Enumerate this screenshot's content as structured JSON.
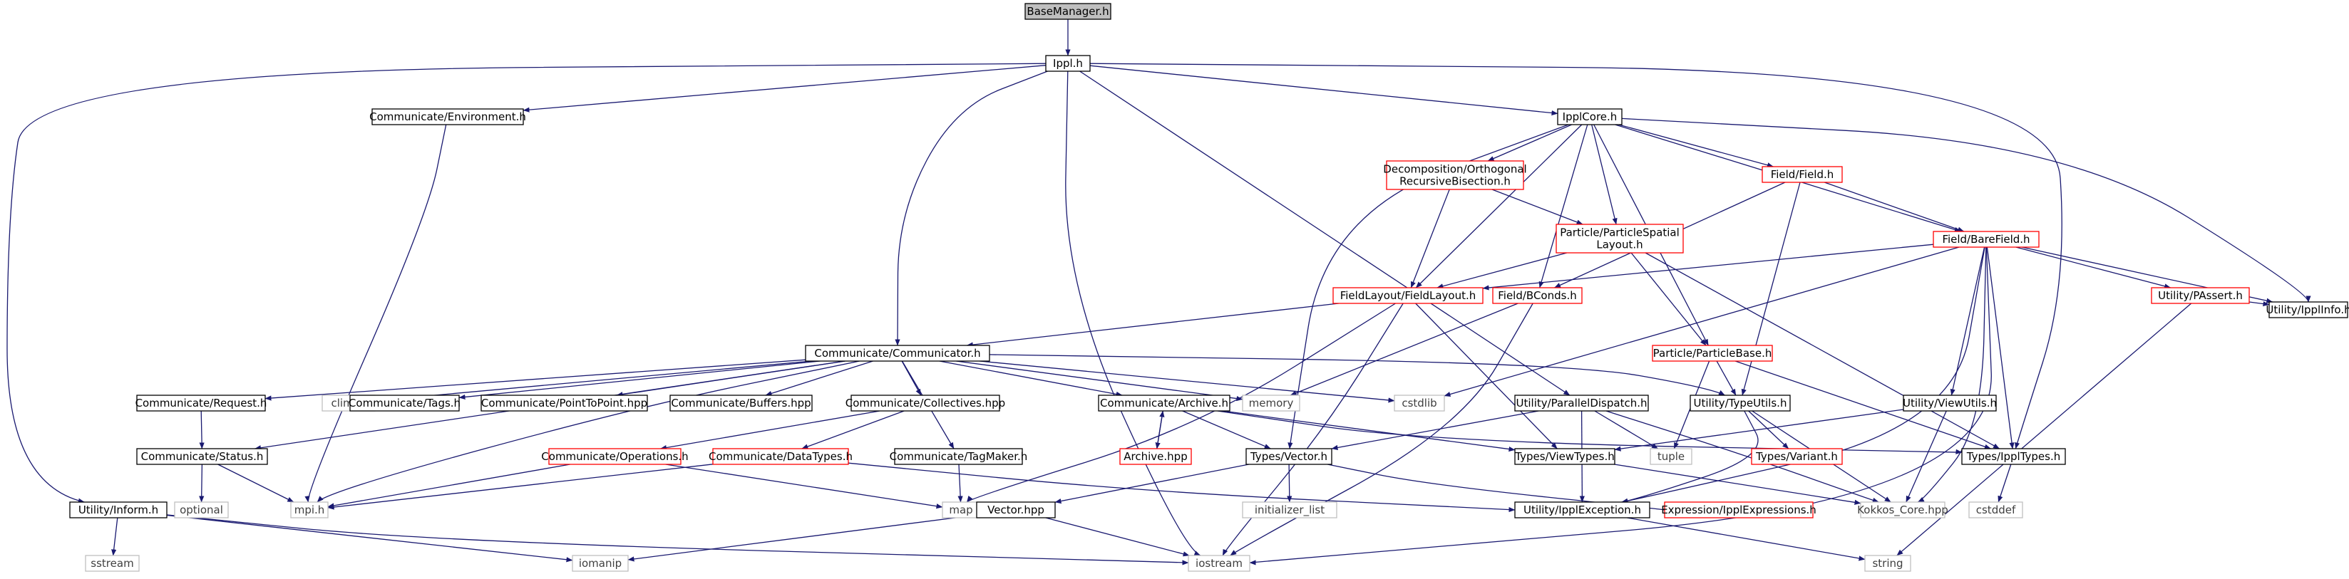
{
  "nodes": [
    {
      "id": "basemanager",
      "lines": [
        "BaseManager.h"
      ],
      "kind": "root"
    },
    {
      "id": "ippl",
      "lines": [
        "Ippl.h"
      ],
      "kind": "normal"
    },
    {
      "id": "env",
      "lines": [
        "Communicate/Environment.h"
      ],
      "kind": "normal"
    },
    {
      "id": "ipplcore",
      "lines": [
        "IpplCore.h"
      ],
      "kind": "normal"
    },
    {
      "id": "decomp",
      "lines": [
        "Decomposition/Orthogonal",
        "RecursiveBisection.h"
      ],
      "kind": "red"
    },
    {
      "id": "fieldh",
      "lines": [
        "Field/Field.h"
      ],
      "kind": "red"
    },
    {
      "id": "pspatial",
      "lines": [
        "Particle/ParticleSpatial",
        "Layout.h"
      ],
      "kind": "red"
    },
    {
      "id": "barefield",
      "lines": [
        "Field/BareField.h"
      ],
      "kind": "red"
    },
    {
      "id": "fieldlayout",
      "lines": [
        "FieldLayout/FieldLayout.h"
      ],
      "kind": "red"
    },
    {
      "id": "bconds",
      "lines": [
        "Field/BConds.h"
      ],
      "kind": "red"
    },
    {
      "id": "passert",
      "lines": [
        "Utility/PAssert.h"
      ],
      "kind": "red"
    },
    {
      "id": "ipplinfo",
      "lines": [
        "Utility/IpplInfo.h"
      ],
      "kind": "normal"
    },
    {
      "id": "comm",
      "lines": [
        "Communicate/Communicator.h"
      ],
      "kind": "normal"
    },
    {
      "id": "pbase",
      "lines": [
        "Particle/ParticleBase.h"
      ],
      "kind": "red"
    },
    {
      "id": "request",
      "lines": [
        "Communicate/Request.h"
      ],
      "kind": "normal"
    },
    {
      "id": "climits",
      "lines": [
        "climits"
      ],
      "kind": "sys"
    },
    {
      "id": "tags",
      "lines": [
        "Communicate/Tags.h"
      ],
      "kind": "normal"
    },
    {
      "id": "p2p",
      "lines": [
        "Communicate/PointToPoint.hpp"
      ],
      "kind": "normal"
    },
    {
      "id": "buffers",
      "lines": [
        "Communicate/Buffers.hpp"
      ],
      "kind": "normal"
    },
    {
      "id": "collectives",
      "lines": [
        "Communicate/Collectives.hpp"
      ],
      "kind": "normal"
    },
    {
      "id": "archive",
      "lines": [
        "Communicate/Archive.h"
      ],
      "kind": "normal"
    },
    {
      "id": "memory",
      "lines": [
        "memory"
      ],
      "kind": "sys"
    },
    {
      "id": "cstdlib",
      "lines": [
        "cstdlib"
      ],
      "kind": "sys"
    },
    {
      "id": "pardispatch",
      "lines": [
        "Utility/ParallelDispatch.h"
      ],
      "kind": "normal"
    },
    {
      "id": "typeutils",
      "lines": [
        "Utility/TypeUtils.h"
      ],
      "kind": "normal"
    },
    {
      "id": "viewutils",
      "lines": [
        "Utility/ViewUtils.h"
      ],
      "kind": "normal"
    },
    {
      "id": "status",
      "lines": [
        "Communicate/Status.h"
      ],
      "kind": "normal"
    },
    {
      "id": "operations",
      "lines": [
        "Communicate/Operations.h"
      ],
      "kind": "red"
    },
    {
      "id": "datatypes",
      "lines": [
        "Communicate/DataTypes.h"
      ],
      "kind": "red"
    },
    {
      "id": "tagmaker",
      "lines": [
        "Communicate/TagMaker.h"
      ],
      "kind": "normal"
    },
    {
      "id": "archivehpp",
      "lines": [
        "Archive.hpp"
      ],
      "kind": "red"
    },
    {
      "id": "vectorh",
      "lines": [
        "Types/Vector.h"
      ],
      "kind": "normal"
    },
    {
      "id": "viewtypes",
      "lines": [
        "Types/ViewTypes.h"
      ],
      "kind": "normal"
    },
    {
      "id": "tuple",
      "lines": [
        "tuple"
      ],
      "kind": "sys"
    },
    {
      "id": "variant",
      "lines": [
        "Types/Variant.h"
      ],
      "kind": "red"
    },
    {
      "id": "iptypes",
      "lines": [
        "Types/IpplTypes.h"
      ],
      "kind": "normal"
    },
    {
      "id": "optional",
      "lines": [
        "optional"
      ],
      "kind": "sys"
    },
    {
      "id": "mpi",
      "lines": [
        "mpi.h"
      ],
      "kind": "sys"
    },
    {
      "id": "map",
      "lines": [
        "map"
      ],
      "kind": "sys"
    },
    {
      "id": "initlist",
      "lines": [
        "initializer_list"
      ],
      "kind": "sys"
    },
    {
      "id": "vectorhpp",
      "lines": [
        "Vector.hpp"
      ],
      "kind": "normal"
    },
    {
      "id": "ipexc",
      "lines": [
        "Utility/IpplException.h"
      ],
      "kind": "normal"
    },
    {
      "id": "exprs",
      "lines": [
        "Expression/IpplExpressions.h"
      ],
      "kind": "red"
    },
    {
      "id": "kokkos",
      "lines": [
        "Kokkos_Core.hpp"
      ],
      "kind": "sys"
    },
    {
      "id": "cstddef",
      "lines": [
        "cstddef"
      ],
      "kind": "sys"
    },
    {
      "id": "inform",
      "lines": [
        "Utility/Inform.h"
      ],
      "kind": "normal"
    },
    {
      "id": "sstream",
      "lines": [
        "sstream"
      ],
      "kind": "sys"
    },
    {
      "id": "iomanip",
      "lines": [
        "iomanip"
      ],
      "kind": "sys"
    },
    {
      "id": "iostream",
      "lines": [
        "iostream"
      ],
      "kind": "sys"
    },
    {
      "id": "string",
      "lines": [
        "string"
      ],
      "kind": "sys"
    }
  ],
  "edges": [
    [
      "basemanager",
      "ippl"
    ],
    [
      "ippl",
      "env"
    ],
    [
      "ippl",
      "ipplcore"
    ],
    [
      "ippl",
      "comm"
    ],
    [
      "ippl",
      "pardispatch"
    ],
    [
      "ippl",
      "iptypes"
    ],
    [
      "ippl",
      "inform"
    ],
    [
      "ippl",
      "iostream"
    ],
    [
      "env",
      "mpi"
    ],
    [
      "ipplcore",
      "decomp"
    ],
    [
      "ipplcore",
      "fieldh"
    ],
    [
      "ipplcore",
      "barefield"
    ],
    [
      "ipplcore",
      "pspatial"
    ],
    [
      "ipplcore",
      "fieldlayout"
    ],
    [
      "ipplcore",
      "bconds"
    ],
    [
      "ipplcore",
      "pbase"
    ],
    [
      "ipplcore",
      "vectorh"
    ],
    [
      "ipplcore",
      "ipplinfo"
    ],
    [
      "decomp",
      "fieldlayout"
    ],
    [
      "decomp",
      "pspatial"
    ],
    [
      "fieldh",
      "barefield"
    ],
    [
      "fieldh",
      "bconds"
    ],
    [
      "fieldh",
      "typeutils"
    ],
    [
      "pspatial",
      "fieldlayout"
    ],
    [
      "pspatial",
      "pbase"
    ],
    [
      "pspatial",
      "iptypes"
    ],
    [
      "barefield",
      "fieldlayout"
    ],
    [
      "barefield",
      "passert"
    ],
    [
      "barefield",
      "ipplinfo"
    ],
    [
      "barefield",
      "viewutils"
    ],
    [
      "barefield",
      "iptypes"
    ],
    [
      "barefield",
      "kokkos"
    ],
    [
      "barefield",
      "iostream"
    ],
    [
      "barefield",
      "cstdlib"
    ],
    [
      "barefield",
      "ipexc"
    ],
    [
      "passert",
      "ipplinfo"
    ],
    [
      "passert",
      "string"
    ],
    [
      "fieldlayout",
      "comm"
    ],
    [
      "fieldlayout",
      "viewtypes"
    ],
    [
      "fieldlayout",
      "map"
    ],
    [
      "fieldlayout",
      "iostream"
    ],
    [
      "bconds",
      "memory"
    ],
    [
      "bconds",
      "iostream"
    ],
    [
      "comm",
      "request"
    ],
    [
      "comm",
      "climits"
    ],
    [
      "comm",
      "tags"
    ],
    [
      "comm",
      "p2p"
    ],
    [
      "comm",
      "buffers"
    ],
    [
      "comm",
      "collectives"
    ],
    [
      "comm",
      "tagmaker"
    ],
    [
      "comm",
      "archive"
    ],
    [
      "comm",
      "memory"
    ],
    [
      "comm",
      "cstdlib"
    ],
    [
      "comm",
      "typeutils"
    ],
    [
      "comm",
      "status"
    ],
    [
      "comm",
      "mpi"
    ],
    [
      "pbase",
      "typeutils"
    ],
    [
      "pbase",
      "tuple"
    ],
    [
      "pbase",
      "iptypes"
    ],
    [
      "request",
      "status"
    ],
    [
      "status",
      "optional"
    ],
    [
      "status",
      "mpi"
    ],
    [
      "collectives",
      "operations"
    ],
    [
      "collectives",
      "datatypes"
    ],
    [
      "operations",
      "mpi"
    ],
    [
      "operations",
      "map"
    ],
    [
      "datatypes",
      "mpi"
    ],
    [
      "datatypes",
      "ipexc"
    ],
    [
      "tagmaker",
      "map"
    ],
    [
      "archive",
      "archivehpp"
    ],
    [
      "archivehpp",
      "archive"
    ],
    [
      "archive",
      "vectorh"
    ],
    [
      "archive",
      "viewtypes"
    ],
    [
      "archive",
      "iptypes"
    ],
    [
      "pardispatch",
      "vectorh"
    ],
    [
      "pardispatch",
      "tuple"
    ],
    [
      "pardispatch",
      "ipexc"
    ],
    [
      "pardispatch",
      "kokkos"
    ],
    [
      "typeutils",
      "variant"
    ],
    [
      "typeutils",
      "kokkos"
    ],
    [
      "typeutils",
      "ipexc"
    ],
    [
      "viewutils",
      "viewtypes"
    ],
    [
      "viewutils",
      "kokkos"
    ],
    [
      "vectorh",
      "vectorhpp"
    ],
    [
      "vectorh",
      "initlist"
    ],
    [
      "vectorh",
      "exprs"
    ],
    [
      "vectorhpp",
      "iomanip"
    ],
    [
      "vectorhpp",
      "iostream"
    ],
    [
      "viewtypes",
      "kokkos"
    ],
    [
      "iptypes",
      "cstddef"
    ],
    [
      "ipexc",
      "string"
    ],
    [
      "inform",
      "sstream"
    ],
    [
      "inform",
      "iomanip"
    ],
    [
      "inform",
      "iostream"
    ]
  ],
  "colors": {
    "edge": "#191970",
    "normal_border": "#000000",
    "red_border": "#ff0000",
    "sys_border": "#bfbfbf",
    "root_fill": "#bfbfbf",
    "node_fill": "#ffffff",
    "sys_text": "#3f3f3f"
  }
}
